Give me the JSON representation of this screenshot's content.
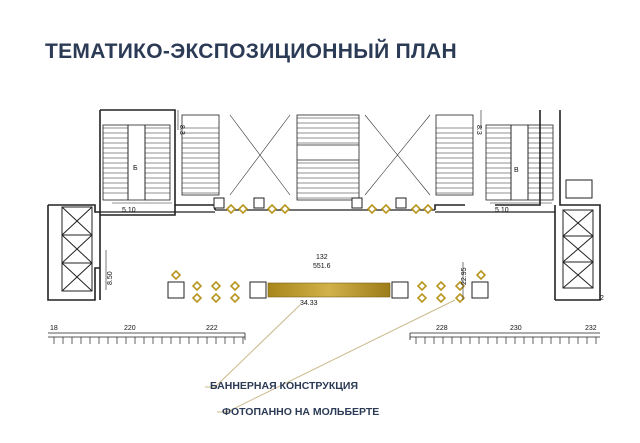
{
  "header": {
    "title": "ТЕМАТИКО-ЭКСПОЗИЦИОННЫЙ ПЛАН"
  },
  "plan": {
    "room_number": "132",
    "room_area": "551.6",
    "banner_length": "34.33",
    "dim_left_top": "8.3",
    "dim_right_top": "8.3",
    "dim_left_stair": "5.10",
    "dim_right_stair": "5.10",
    "dim_left_side": "8.50",
    "dim_right_side": "22.95",
    "stair_left_letter": "Б",
    "stair_right_letter": "В",
    "bottom_rooms_left": [
      "18",
      "220",
      "222"
    ],
    "bottom_rooms_right": [
      "228",
      "230",
      "232"
    ],
    "edge_mark": "2"
  },
  "legend": {
    "banner": "БАННЕРНАЯ КОНСТРУКЦИЯ",
    "photo_panel": "ФОТОПАННО НА МОЛЬБЕРТЕ"
  },
  "colors": {
    "title": "#2b3a55",
    "banner_gold": "#b8961e",
    "leader_line": "#c9b98a",
    "lines": "#222222"
  }
}
